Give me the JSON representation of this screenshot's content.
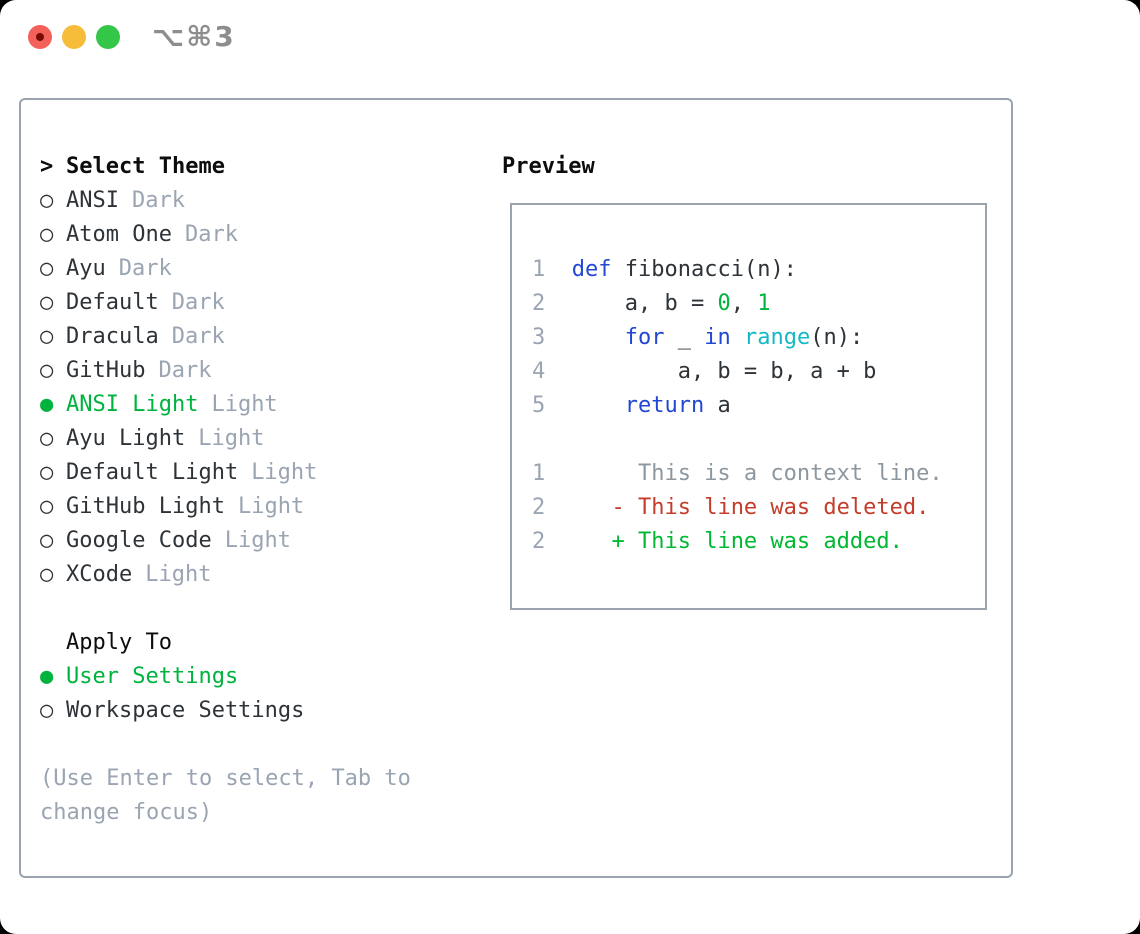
{
  "colors": {
    "accent_green": "#00b33e",
    "keyword_blue": "#2247d2",
    "function_cyan": "#14b8c8",
    "literal_green": "#00b33e",
    "deleted_red": "#c43c2a",
    "added_green": "#00b832",
    "text_dark": "#2e3338",
    "muted_gray": "#9aa4b2",
    "context_gray": "#8d97a0",
    "border_gray": "#9aa3ae",
    "traffic_red": "#f4605a",
    "traffic_red_dot": "#770c05",
    "traffic_yellow": "#f6bd3a",
    "traffic_green": "#34c648",
    "shortcut_gray": "#8d8d8d",
    "title_black": "#0d0d0d"
  },
  "titlebar": {
    "shortcut": "⌥⌘3",
    "buttons": [
      "close",
      "minimize",
      "zoom"
    ]
  },
  "icons": {
    "focus_caret": ">",
    "radio_selected": "●",
    "radio_unselected": "○"
  },
  "theme_panel": {
    "title": "Select Theme",
    "items": [
      {
        "label": "ANSI",
        "tag": "Dark",
        "selected": false
      },
      {
        "label": "Atom One",
        "tag": "Dark",
        "selected": false
      },
      {
        "label": "Ayu",
        "tag": "Dark",
        "selected": false
      },
      {
        "label": "Default",
        "tag": "Dark",
        "selected": false
      },
      {
        "label": "Dracula",
        "tag": "Dark",
        "selected": false
      },
      {
        "label": "GitHub",
        "tag": "Dark",
        "selected": false
      },
      {
        "label": "ANSI Light",
        "tag": "Light",
        "selected": true
      },
      {
        "label": "Ayu Light",
        "tag": "Light",
        "selected": false
      },
      {
        "label": "Default Light",
        "tag": "Light",
        "selected": false
      },
      {
        "label": "GitHub Light",
        "tag": "Light",
        "selected": false
      },
      {
        "label": "Google Code",
        "tag": "Light",
        "selected": false
      },
      {
        "label": "XCode",
        "tag": "Light",
        "selected": false
      }
    ],
    "apply_to": {
      "title": "Apply To",
      "options": [
        {
          "label": "User Settings",
          "selected": true
        },
        {
          "label": "Workspace Settings",
          "selected": false
        }
      ]
    },
    "help": "(Use Enter to select, Tab to change focus)"
  },
  "preview": {
    "title": "Preview",
    "lines": [
      {
        "segments": [
          {
            "t": "1",
            "s": "ln"
          },
          {
            "t": "  ",
            "s": "fg"
          },
          {
            "t": "def",
            "s": "kw"
          },
          {
            "t": " fibonacci(n):",
            "s": "fg"
          }
        ]
      },
      {
        "segments": [
          {
            "t": "2",
            "s": "ln"
          },
          {
            "t": "      a, b = ",
            "s": "fg"
          },
          {
            "t": "0",
            "s": "lit"
          },
          {
            "t": ", ",
            "s": "fg"
          },
          {
            "t": "1",
            "s": "lit"
          }
        ]
      },
      {
        "segments": [
          {
            "t": "3",
            "s": "ln"
          },
          {
            "t": "      ",
            "s": "fg"
          },
          {
            "t": "for",
            "s": "kw"
          },
          {
            "t": " _ ",
            "s": "fg"
          },
          {
            "t": "in",
            "s": "kw"
          },
          {
            "t": " ",
            "s": "fg"
          },
          {
            "t": "range",
            "s": "fn"
          },
          {
            "t": "(n):",
            "s": "fg"
          }
        ]
      },
      {
        "segments": [
          {
            "t": "4",
            "s": "ln"
          },
          {
            "t": "          a, b = b, a + b",
            "s": "fg"
          }
        ]
      },
      {
        "segments": [
          {
            "t": "5",
            "s": "ln"
          },
          {
            "t": "      ",
            "s": "fg"
          },
          {
            "t": "return",
            "s": "kw"
          },
          {
            "t": " a",
            "s": "fg"
          }
        ]
      },
      {
        "segments": []
      },
      {
        "segments": [
          {
            "t": "1",
            "s": "ln"
          },
          {
            "t": "       This is a context line.",
            "s": "ctx"
          }
        ]
      },
      {
        "segments": [
          {
            "t": "2",
            "s": "ln"
          },
          {
            "t": "     ",
            "s": "fg"
          },
          {
            "t": "- This line was deleted.",
            "s": "del"
          }
        ]
      },
      {
        "segments": [
          {
            "t": "2",
            "s": "ln"
          },
          {
            "t": "     ",
            "s": "fg"
          },
          {
            "t": "+ This line was added.",
            "s": "add"
          }
        ]
      }
    ]
  }
}
